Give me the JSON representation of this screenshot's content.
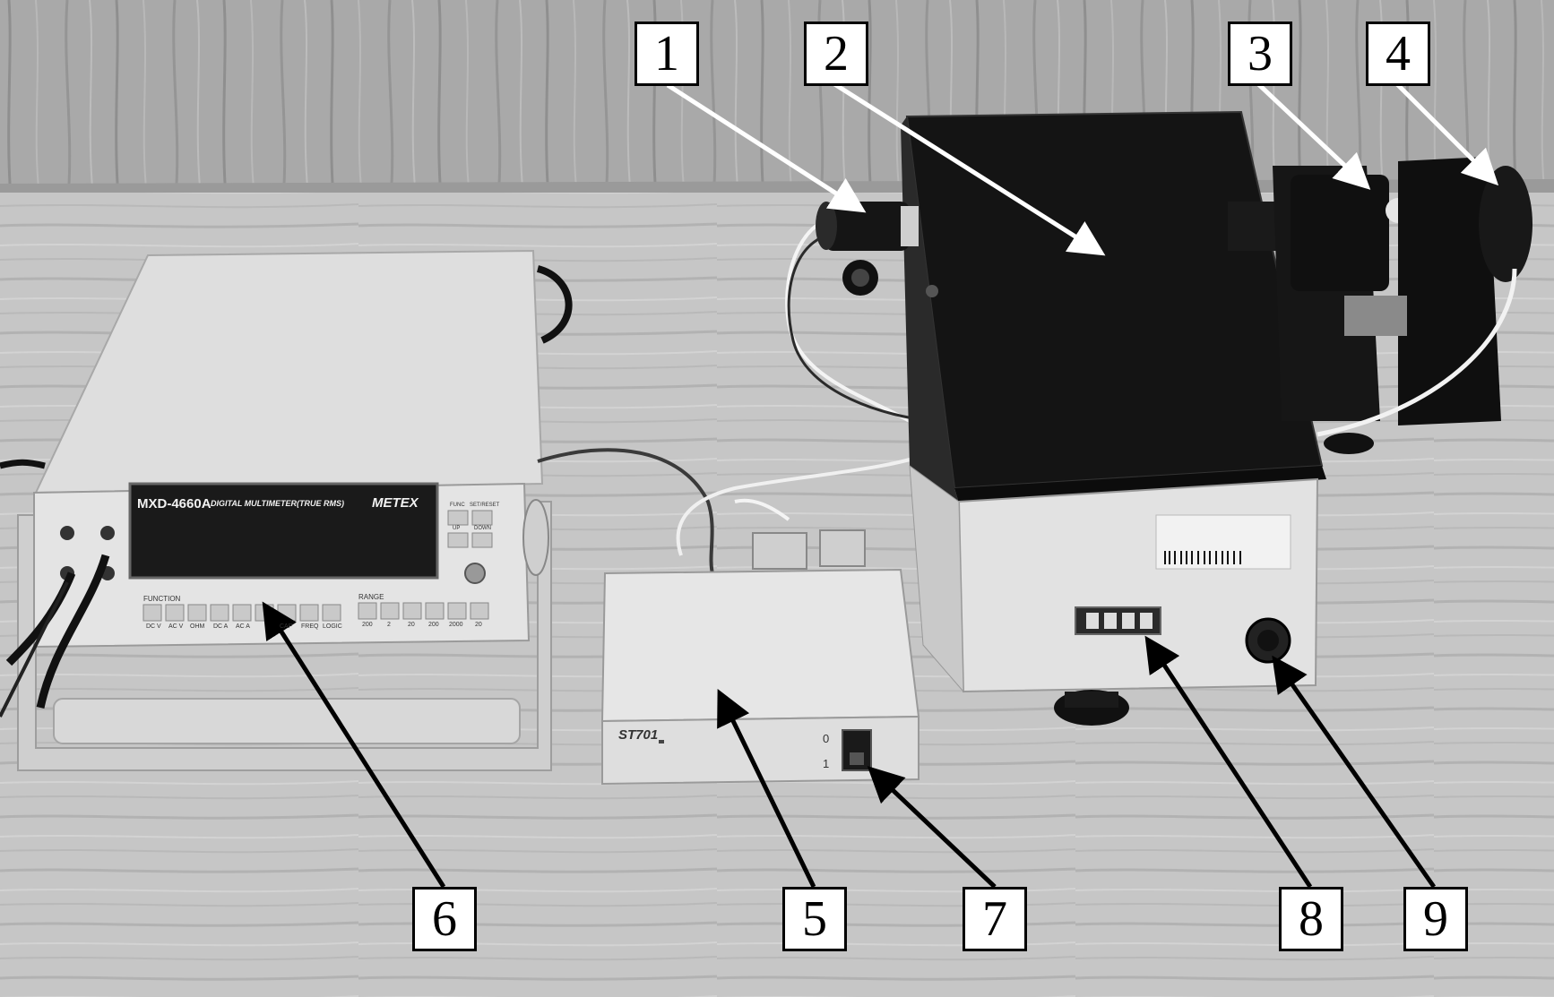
{
  "callouts": [
    {
      "id": "1",
      "label": "1"
    },
    {
      "id": "2",
      "label": "2"
    },
    {
      "id": "3",
      "label": "3"
    },
    {
      "id": "4",
      "label": "4"
    },
    {
      "id": "5",
      "label": "5"
    },
    {
      "id": "6",
      "label": "6"
    },
    {
      "id": "7",
      "label": "7"
    },
    {
      "id": "8",
      "label": "8"
    },
    {
      "id": "9",
      "label": "9"
    }
  ],
  "multimeter": {
    "model": "MXD-4660A",
    "subtitle": "DIGITAL MULTIMETER(TRUE RMS)",
    "brand": "METEX",
    "function_label": "FUNCTION",
    "range_label": "RANGE",
    "buttons": [
      "DC V",
      "AC V",
      "OHM",
      "DC A",
      "AC A",
      "",
      "CAP",
      "FREQ",
      "LOGIC"
    ],
    "range_buttons": [
      "200",
      "2",
      "20",
      "200",
      "2000",
      "20"
    ],
    "top_buttons": [
      "FUNC",
      "SET/RESET",
      "UP",
      "DOWN"
    ]
  },
  "power_supply": {
    "model": "ST701",
    "switch_off": "0",
    "switch_on": "1"
  },
  "colors": {
    "wall": "#a8a8a8",
    "table": "#c4c4c4",
    "device_black": "#111111",
    "device_light": "#dcdcdc"
  }
}
